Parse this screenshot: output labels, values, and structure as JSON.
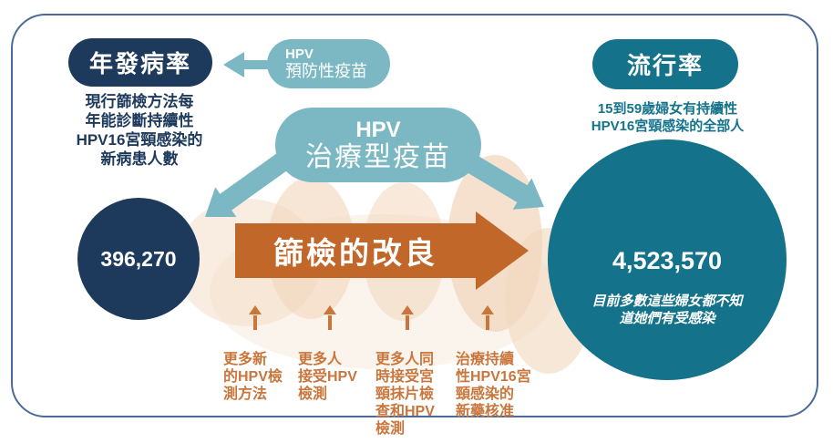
{
  "colors": {
    "navy": "#1d3a5c",
    "teal": "#14738a",
    "teal-light": "#7cb8c3",
    "orange": "#c2672a",
    "orange-text": "#c9763c",
    "border": "#4a6b99",
    "peach": "#f2d7bd"
  },
  "incidence": {
    "pill_label": "年發病率",
    "description": "現行篩檢方法每\n年能診斷持續性\nHPV16宮頸感染的\n新病患人數",
    "value": "396,270"
  },
  "prevalence": {
    "pill_label": "流行率",
    "description": "15到59歲婦女有持續性\nHPV16宮頸感染的全部人",
    "value": "4,523,570",
    "note": "目前多數這些婦女都不知\n道她們有受感染"
  },
  "preventive_vaccine": {
    "line1": "HPV",
    "line2": "預防性疫苗"
  },
  "therapeutic_vaccine": {
    "line1": "HPV",
    "line2": "治療型疫苗"
  },
  "screening": {
    "arrow_label": "篩檢的改良",
    "factors": [
      {
        "text": "更多新\n的HPV檢\n測方法"
      },
      {
        "text": "更多人\n接受HPV\n檢測"
      },
      {
        "text": "更多人同\n時接受宮\n頸抹片檢\n查和HPV\n檢測"
      },
      {
        "text": "治療持續\n性HPV16宮\n頸感染的\n新藥核准"
      }
    ]
  }
}
